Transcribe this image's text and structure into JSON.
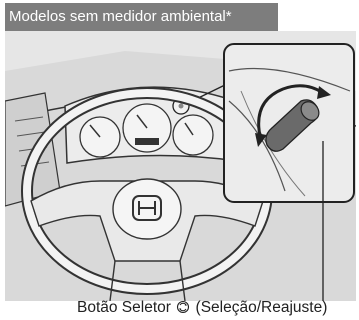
{
  "header": {
    "title": "Modelos sem medidor ambiental*"
  },
  "illustration": {
    "subject_icon": "steering-wheel-instrument-panel",
    "detail_icon": "selector-knob-rotation",
    "colors": {
      "header_bg": "#7d7d7d",
      "background": "#d9d9d9",
      "line": "#333333"
    }
  },
  "caption": {
    "prefix": "Botão Seletor ",
    "icon": "selector-knob-icon",
    "suffix": " (Seleção/Reajuste)"
  }
}
